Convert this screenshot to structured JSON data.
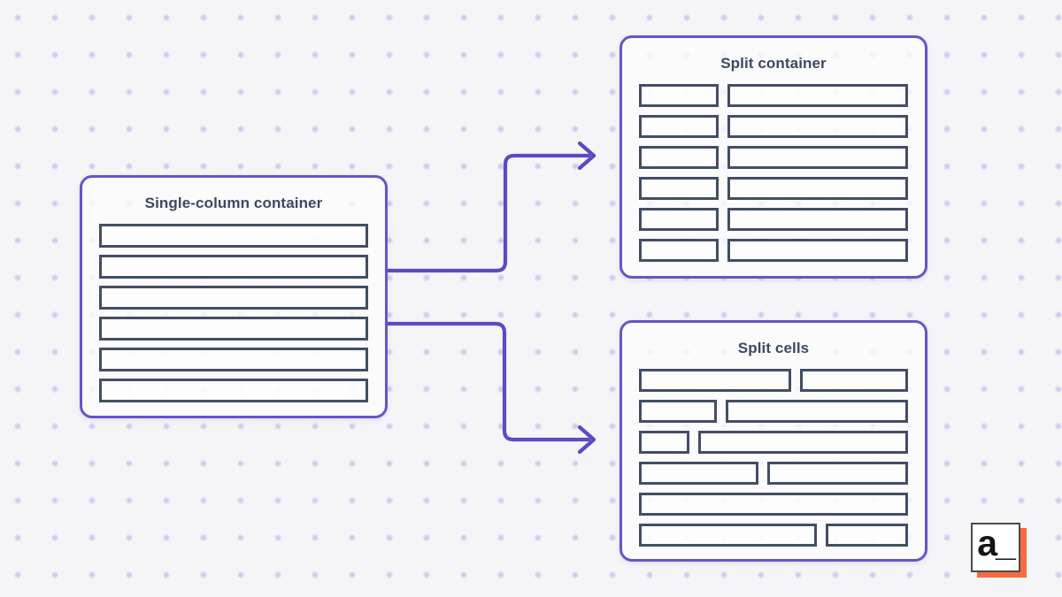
{
  "colors": {
    "page_background": "#f5f4f6",
    "dot_grid": "#a8a0e8",
    "panel_border": "#6456c9",
    "cell_border": "#434e63",
    "title_text": "#3d4962",
    "arrow": "#5b4ac2",
    "logo_orange": "#f66c3d",
    "logo_text": "#151515"
  },
  "panels": {
    "single": {
      "title": "Single-column container",
      "rows": [
        [
          1
        ],
        [
          1
        ],
        [
          1
        ],
        [
          1
        ],
        [
          1
        ],
        [
          1
        ]
      ]
    },
    "split_container": {
      "title": "Split container",
      "rows": [
        [
          89,
          210
        ],
        [
          89,
          210
        ],
        [
          89,
          210
        ],
        [
          89,
          210
        ],
        [
          89,
          210
        ],
        [
          89,
          210
        ]
      ]
    },
    "split_cells": {
      "title": "Split cells",
      "rows": [
        [
          175,
          122
        ],
        [
          86,
          211
        ],
        [
          54,
          243
        ],
        [
          136,
          162
        ],
        [
          308
        ],
        [
          206,
          92
        ]
      ]
    }
  },
  "logo": {
    "text": "a_"
  }
}
